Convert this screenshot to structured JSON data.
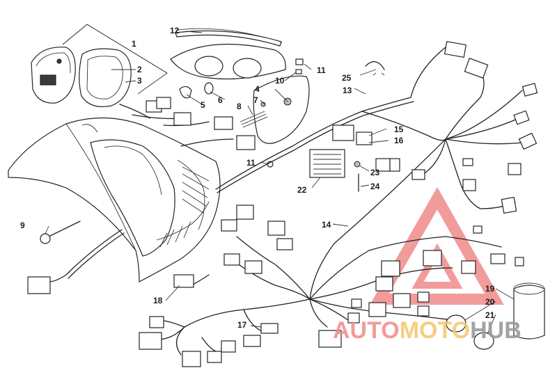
{
  "diagram": {
    "callouts": [
      {
        "id": "c1",
        "text": "1"
      },
      {
        "id": "c2",
        "text": "2"
      },
      {
        "id": "c3",
        "text": "3"
      },
      {
        "id": "c4",
        "text": "4"
      },
      {
        "id": "c5",
        "text": "5"
      },
      {
        "id": "c6",
        "text": "6"
      },
      {
        "id": "c7",
        "text": "7"
      },
      {
        "id": "c8",
        "text": "8"
      },
      {
        "id": "c9",
        "text": "9"
      },
      {
        "id": "c10",
        "text": "10"
      },
      {
        "id": "c11a",
        "text": "11"
      },
      {
        "id": "c11b",
        "text": "11"
      },
      {
        "id": "c12",
        "text": "12"
      },
      {
        "id": "c13",
        "text": "13"
      },
      {
        "id": "c14",
        "text": "14"
      },
      {
        "id": "c15",
        "text": "15"
      },
      {
        "id": "c16",
        "text": "16"
      },
      {
        "id": "c17",
        "text": "17"
      },
      {
        "id": "c18",
        "text": "18"
      },
      {
        "id": "c19",
        "text": "19"
      },
      {
        "id": "c20",
        "text": "20"
      },
      {
        "id": "c21",
        "text": "21"
      },
      {
        "id": "c22",
        "text": "22"
      },
      {
        "id": "c23",
        "text": "23"
      },
      {
        "id": "c24",
        "text": "24"
      },
      {
        "id": "c25",
        "text": "25"
      }
    ]
  },
  "watermark": {
    "part_a": "AUTO",
    "part_b": "MOTO",
    "part_c": "HUB",
    "triangle_color": "#e84a4a",
    "accent_color": "#f3b93a"
  }
}
